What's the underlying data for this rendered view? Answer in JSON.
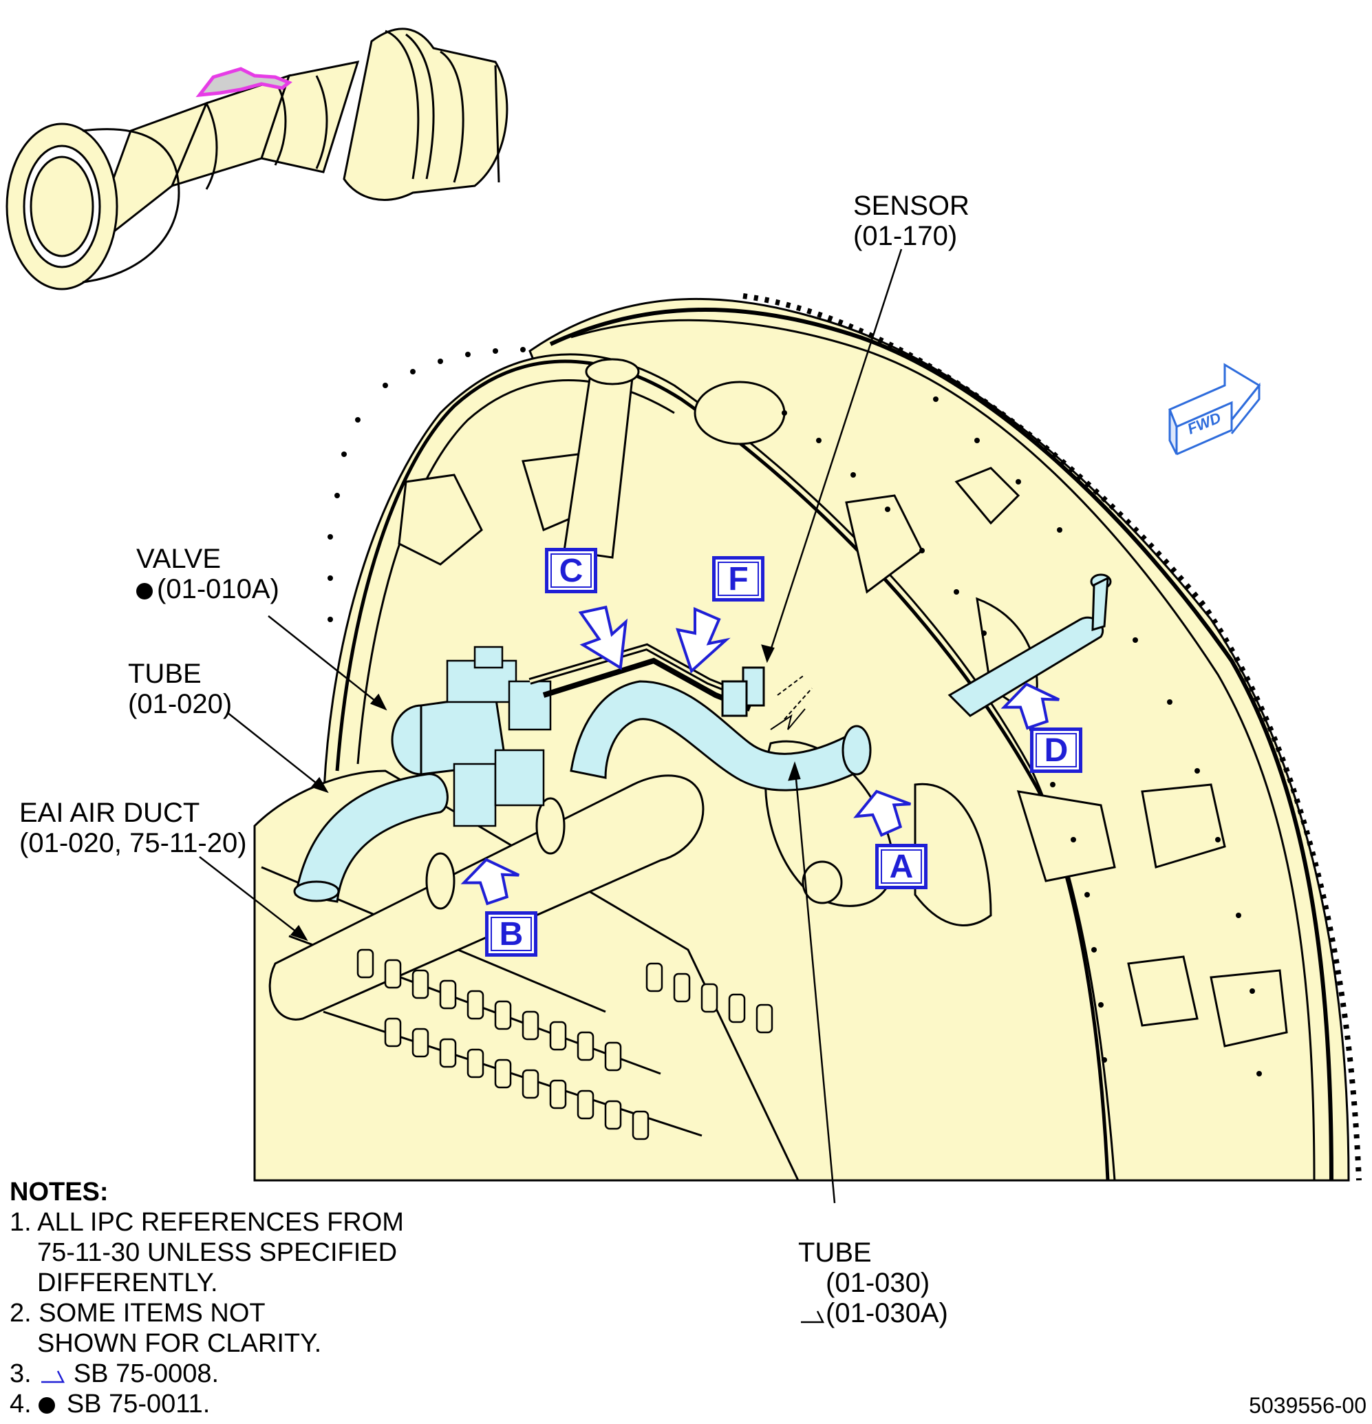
{
  "colors": {
    "engine_fill": "#fcf8c8",
    "tube_fill": "#c9f0f4",
    "callout_blue": "#1f1fd6",
    "highlight_magenta": "#e63ce6",
    "fwd_arrow_blue": "#2e6cdc",
    "outline": "#000000"
  },
  "labels": {
    "sensor": {
      "name": "SENSOR",
      "ref": "(01-170)"
    },
    "valve": {
      "name": "VALVE",
      "ref": "(01-010A)",
      "marker": "filled-dot"
    },
    "tube_left": {
      "name": "TUBE",
      "ref": "(01-020)"
    },
    "eai_duct": {
      "name": "EAI AIR DUCT",
      "ref": "(01-020, 75-11-20)"
    },
    "tube_bottom": {
      "name": "TUBE",
      "ref": "(01-030)",
      "ref_alt": "(01-030A)",
      "marker": "flag"
    }
  },
  "fwd_label": "FWD",
  "callouts": [
    "A",
    "B",
    "C",
    "D",
    "F"
  ],
  "notes": {
    "heading": "NOTES:",
    "n1_line1": "1. ALL IPC REFERENCES FROM",
    "n1_line2": "75-11-30 UNLESS SPECIFIED",
    "n1_line3": "DIFFERENTLY.",
    "n2_line1": "2. SOME ITEMS NOT",
    "n2_line2": "SHOWN FOR CLARITY.",
    "n3_prefix": "3.",
    "n3_text": "SB 75-0008.",
    "n4_prefix": "4.",
    "n4_text": "SB 75-0011."
  },
  "figure_id": "5039556-00"
}
